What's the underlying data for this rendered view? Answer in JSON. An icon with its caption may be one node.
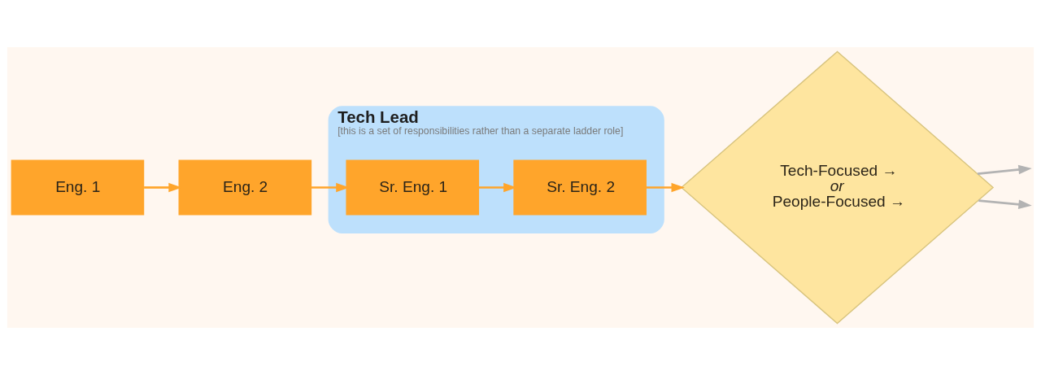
{
  "diagram": {
    "nodes": [
      {
        "text": [
          "Eng. 1"
        ]
      },
      {
        "text": [
          "Eng. 2"
        ]
      },
      {
        "text": [
          "Tech Lead",
          "[this is a set of responsibilities rather than a separate ladder role]"
        ]
      },
      {
        "text": [
          "Sr. Eng. 1"
        ],
        "in": 2
      },
      {
        "text": [
          "Sr. Eng. 2"
        ],
        "in": 2
      },
      {
        "text": [
          "Tech-Focused →",
          "or",
          "People-Focused →"
        ]
      }
    ],
    "edges": [
      {
        "from": 0,
        "to": 1,
        "arrow": "to"
      },
      {
        "from": 1,
        "to": 3,
        "arrow": "to"
      },
      {
        "from": 3,
        "to": 4,
        "arrow": "to"
      },
      {
        "from": 4,
        "to": 5,
        "arrow": "to"
      },
      {
        "from": 5,
        "to": null,
        "arrow": "to",
        "color": "#b3b3b3"
      },
      {
        "from": 5,
        "to": null,
        "arrow": "to",
        "color": "#b3b3b3"
      }
    ]
  }
}
